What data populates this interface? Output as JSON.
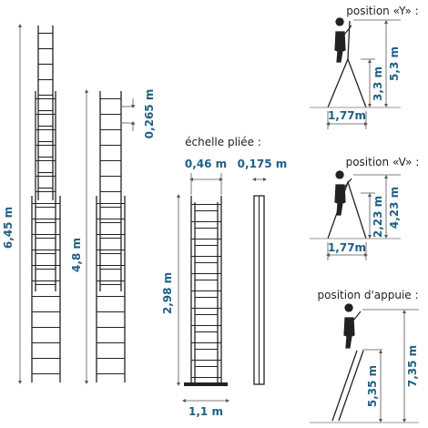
{
  "labels": {
    "folded": "échelle pliée :",
    "pos_y": "position «Y» :",
    "pos_v": "position «V» :",
    "pos_appuie": "position d'appuie :"
  },
  "dims": {
    "total_height": "6,45 m",
    "mid_height": "4,8 m",
    "rung_spacing": "0,265 m",
    "folded_width": "0,46 m",
    "folded_depth": "0,175 m",
    "folded_height": "2,98 m",
    "base_width": "1,1 m",
    "y_top": "5,3 m",
    "y_low": "3,3 m",
    "y_base": "1,77m",
    "v_top": "4,23 m",
    "v_low": "2,23 m",
    "v_base": "1,77m",
    "ap_top": "7,35 m",
    "ap_low": "5,35 m"
  }
}
